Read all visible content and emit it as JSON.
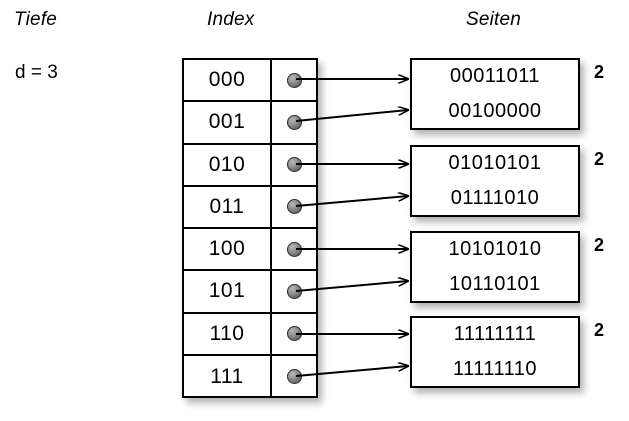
{
  "diagram": {
    "title_columns": {
      "depth": "Tiefe",
      "index": "Index",
      "pages": "Seiten"
    },
    "depth": {
      "label": "d = 3"
    },
    "index_table": {
      "rows": [
        {
          "key": "000",
          "pointer_icon": "bullet-dot",
          "target_page": 0
        },
        {
          "key": "001",
          "pointer_icon": "bullet-dot",
          "target_page": 0
        },
        {
          "key": "010",
          "pointer_icon": "bullet-dot",
          "target_page": 1
        },
        {
          "key": "011",
          "pointer_icon": "bullet-dot",
          "target_page": 1
        },
        {
          "key": "100",
          "pointer_icon": "bullet-dot",
          "target_page": 2
        },
        {
          "key": "101",
          "pointer_icon": "bullet-dot",
          "target_page": 2
        },
        {
          "key": "110",
          "pointer_icon": "bullet-dot",
          "target_page": 3
        },
        {
          "key": "111",
          "pointer_icon": "bullet-dot",
          "target_page": 3
        }
      ]
    },
    "pages": [
      {
        "line1": "00011011",
        "line2": "00100000",
        "local_depth": "2"
      },
      {
        "line1": "01010101",
        "line2": "01111010",
        "local_depth": "2"
      },
      {
        "line1": "10101010",
        "line2": "10110101",
        "local_depth": "2"
      },
      {
        "line1": "11111111",
        "line2": "11111110",
        "local_depth": "2"
      }
    ],
    "colors": {
      "background": "#ffffff",
      "stroke": "#000000",
      "pointer_dot": "#7a7a7a"
    }
  }
}
